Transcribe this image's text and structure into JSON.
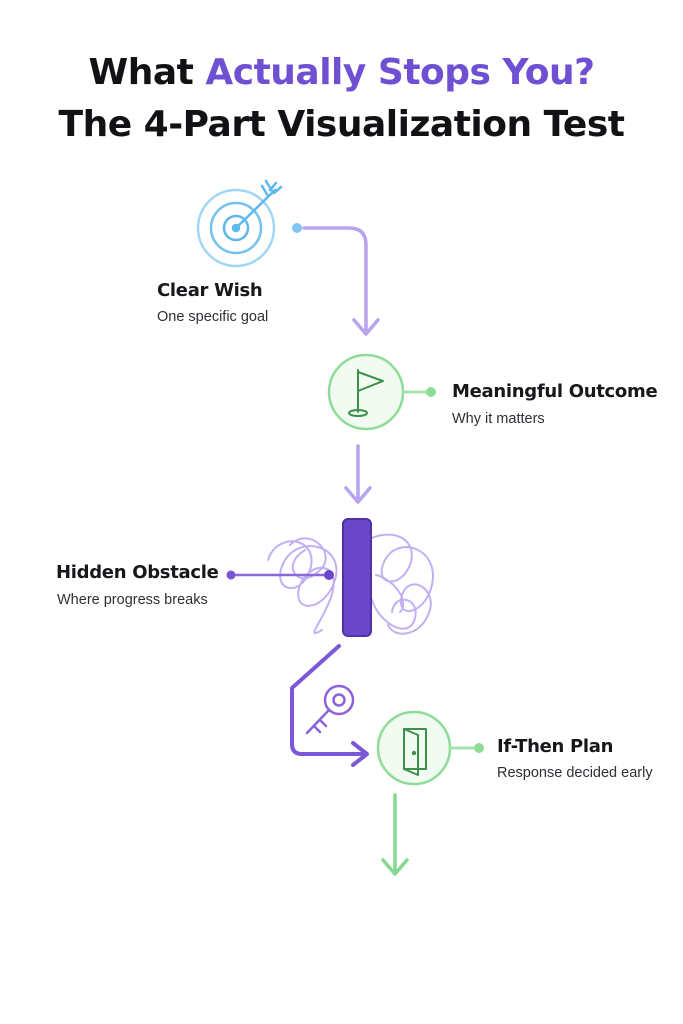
{
  "title": {
    "line1_prefix": "What",
    "line1_accent": "Actually Stops You?",
    "line2": "The 4-Part Visualization Test"
  },
  "colors": {
    "accent": "#6f4fd2",
    "blue": "#5fb8ec",
    "green": "#86d98e",
    "purple_light": "#b9a3ee",
    "purple_dark": "#6a47c9"
  },
  "steps": [
    {
      "title": "Clear Wish",
      "subtitle": "One specific goal",
      "icon": "target-arrow-icon"
    },
    {
      "title": "Meaningful Outcome",
      "subtitle": "Why it matters",
      "icon": "flag-icon"
    },
    {
      "title": "Hidden Obstacle",
      "subtitle": "Where progress breaks",
      "icon": "barrier-icon"
    },
    {
      "title": "If-Then Plan",
      "subtitle": "Response decided early",
      "icon": "door-icon"
    }
  ],
  "extra_icons": [
    "key-icon",
    "tangle-icon"
  ]
}
